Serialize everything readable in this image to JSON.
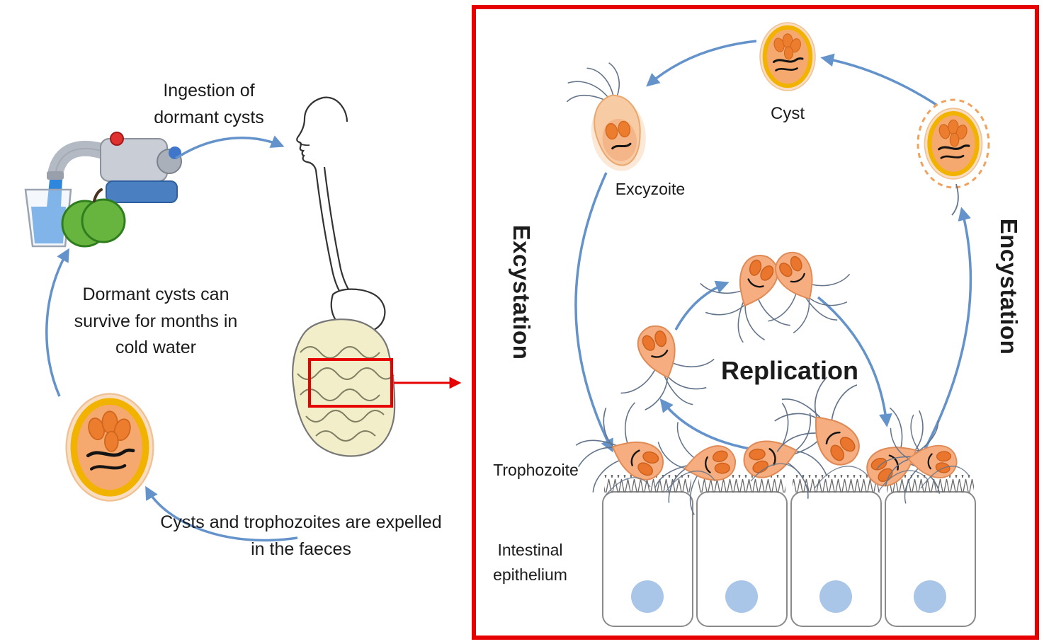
{
  "colors": {
    "arrow_blue": "#6493cb",
    "highlight_red": "#e60000",
    "cyst_ring_yellow": "#f2b200",
    "cell_body_orange": "#f6ad80",
    "nucleus_orange": "#ea752c",
    "epithelium_nucleus_blue": "#a9c6e8",
    "intestine_fill": "#f2eec9",
    "apple_green": "#67b53f",
    "water_blue": "#2f86dd"
  },
  "left_section": {
    "ingestion_label": "Ingestion of\ndormant cysts",
    "dormant_label": "Dormant cysts can\nsurvive for months in\ncold water",
    "expelled_label": "Cysts and trophozoites are expelled\nin the faeces"
  },
  "detail_panel": {
    "cyst_label": "Cyst",
    "excyzoite_label": "Excyzoite",
    "excystation_label": "Excystation",
    "encystation_label": "Encystation",
    "replication_label": "Replication",
    "trophozoite_label": "Trophozoite",
    "epithelium_label": "Intestinal\nepithelium"
  }
}
